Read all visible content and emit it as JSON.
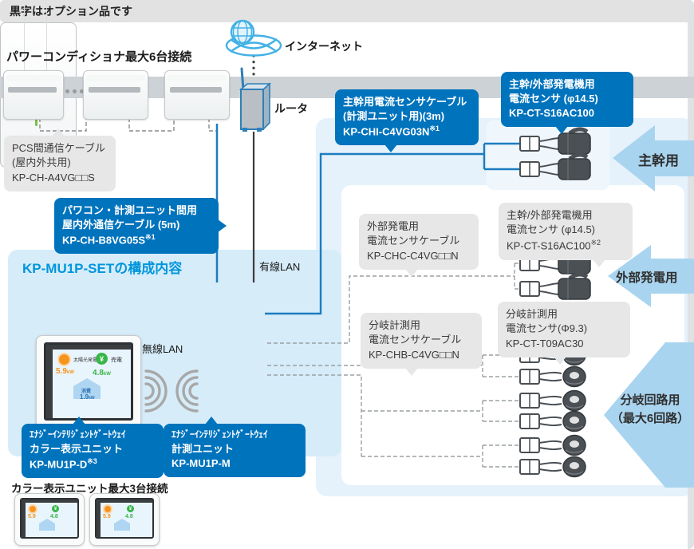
{
  "colors": {
    "accent_blue": "#0073bd",
    "light_blue_left": "#d6ecf9",
    "light_blue_right": "#e5f2fb",
    "arrow_blue": "#a9d4ef",
    "title_blue": "#0096dc",
    "sensor_gray": "#4b5055",
    "led_green": "#7ac143"
  },
  "header": {
    "note": "黒字はオプション品です"
  },
  "pcs_section": {
    "title": "パワーコンディショナ最大6台接続",
    "cable_box": {
      "l1": "PCS間通信ケーブル",
      "l2": "(屋内外共用)",
      "l3": "KP-CH-A4VG□□S"
    }
  },
  "network": {
    "internet_label": "インターネット",
    "router_label": "ルータ",
    "wired_lan": "有線LAN",
    "wireless_lan": "無線LAN"
  },
  "comm_cable_box": {
    "l1": "パワコン・計測ユニット間用",
    "l2": "屋内外通信ケーブル (5m)",
    "l3": "KP-CH-B8VG05S",
    "sup": "※1"
  },
  "set_box": {
    "title": "KP-MU1P-SETの構成内容"
  },
  "main_cable_box": {
    "l1": "主幹用電流センサケーブル",
    "l2": "(計測ユニット用)(3m)",
    "l3": "KP-CHI-C4VG03N",
    "sup": "※1"
  },
  "main_sensor_box": {
    "l1": "主幹/外部発電機用",
    "l2": "電流センサ (φ14.5)",
    "l3": "KP-CT-S16AC100"
  },
  "external_cable_box": {
    "l1": "外部発電用",
    "l2": "電流センサケーブル",
    "l3": "KP-CHC-C4VG□□N"
  },
  "external_sensor_box": {
    "l1": "主幹/外部発電機用",
    "l2": "電流センサ (φ14.5)",
    "l3": "KP-CT-S16AC100",
    "sup": "※2"
  },
  "branch_cable_box": {
    "l1": "分岐計測用",
    "l2": "電流センサケーブル",
    "l3": "KP-CHB-C4VG□□N"
  },
  "branch_sensor_box": {
    "l1": "分岐計測用",
    "l2": "電流センサ(Φ9.3)",
    "l3": "KP-CT-T09AC30"
  },
  "arrows": {
    "main": "主幹用",
    "external": "外部発電用",
    "branch_l1": "分岐回路用",
    "branch_l2": "（最大6回路）"
  },
  "display_unit_box": {
    "l1": "ｴﾅｼﾞｰｲﾝﾃﾘｼﾞｪﾝﾄｹﾞｰﾄｳｪｲ",
    "l2": "カラー表示ユニット",
    "l3": "KP-MU1P-D",
    "sup": "※3"
  },
  "meter_unit_box": {
    "l1": "ｴﾅｼﾞｰｲﾝﾃﾘｼﾞｪﾝﾄｹﾞｰﾄｳｪｲ",
    "l2": "計測ユニット",
    "l3": "KP-MU1P-M"
  },
  "display_screen": {
    "pv_label": "太陽光発電",
    "pv_value": "5.9",
    "pv_unit": "kW",
    "sell_label": "売電",
    "sell_value": "4.8",
    "sell_unit": "kW",
    "consume_label": "消費",
    "consume_value": "1.9"
  },
  "footer": {
    "display_max": "カラー表示ユニット最大3台接続"
  }
}
